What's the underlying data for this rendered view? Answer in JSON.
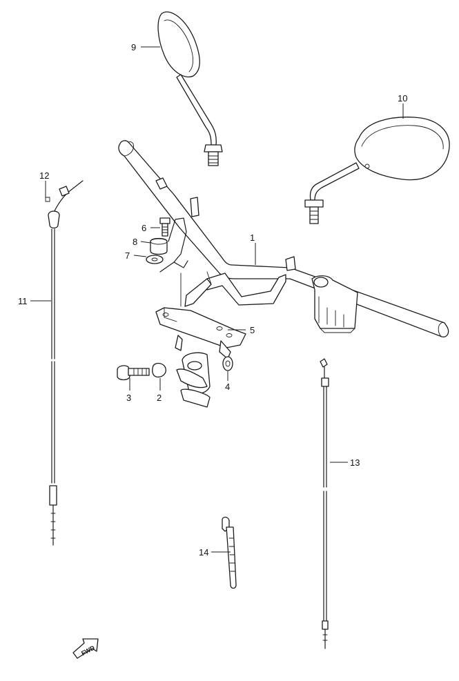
{
  "callouts": [
    {
      "number": "1"
    },
    {
      "number": "2"
    },
    {
      "number": "3"
    },
    {
      "number": "4"
    },
    {
      "number": "5"
    },
    {
      "number": "6"
    },
    {
      "number": "7"
    },
    {
      "number": "8"
    },
    {
      "number": "9"
    },
    {
      "number": "10"
    },
    {
      "number": "11"
    },
    {
      "number": "12"
    },
    {
      "number": "13"
    },
    {
      "number": "14"
    }
  ],
  "direction_arrow": {
    "label": "FWD",
    "icon": "forward-arrow-icon"
  }
}
